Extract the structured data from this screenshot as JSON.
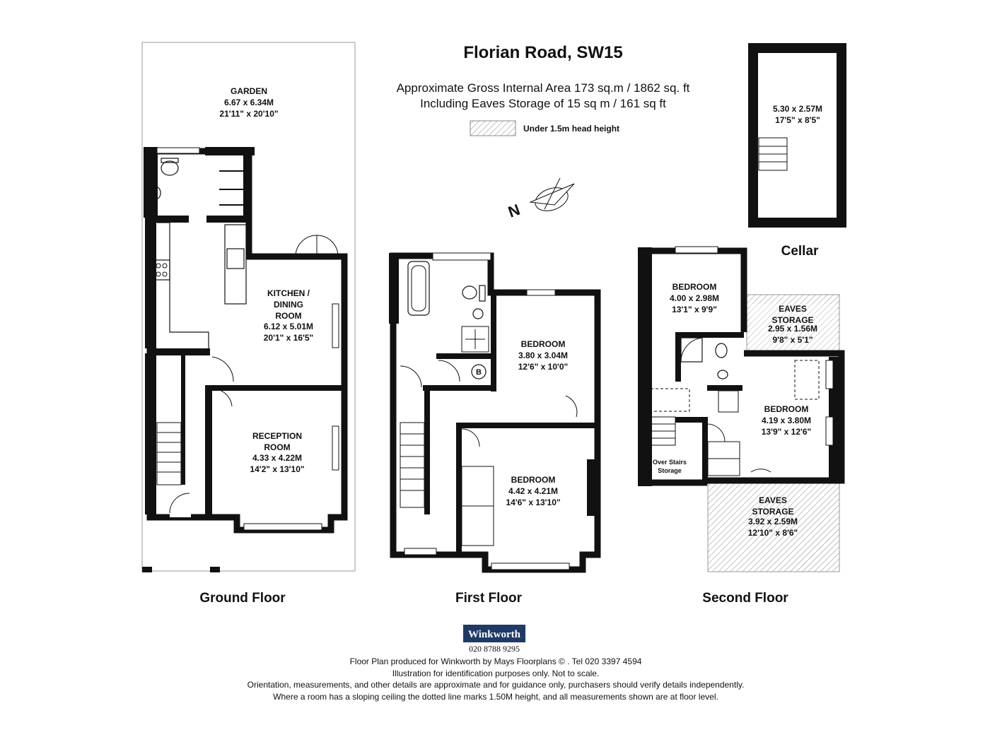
{
  "header": {
    "title": "Florian Road, SW15",
    "area_line": "Approximate Gross Internal Area 173 sq.m  /  1862 sq. ft",
    "eaves_line": "Including Eaves Storage of  15 sq m /  161 sq ft",
    "legend_label": "Under 1.5m head height"
  },
  "floors": {
    "ground": "Ground Floor",
    "first": "First Floor",
    "second": "Second Floor",
    "cellar": "Cellar"
  },
  "rooms": {
    "garden": {
      "name": "GARDEN",
      "metric": "6.67 x 6.34M",
      "imperial": "21'11\" x 20'10\""
    },
    "kitchen": {
      "name1": "KITCHEN /",
      "name2": "DINING",
      "name3": "ROOM",
      "metric": "6.12 x 5.01M",
      "imperial": "20'1\" x 16'5\""
    },
    "reception": {
      "name1": "RECEPTION",
      "name2": "ROOM",
      "metric": "4.33 x 4.22M",
      "imperial": "14'2\" x 13'10\""
    },
    "ff_bed_upper": {
      "name": "BEDROOM",
      "metric": "3.80 x 3.04M",
      "imperial": "12'6\" x 10'0\""
    },
    "ff_bed_lower": {
      "name": "BEDROOM",
      "metric": "4.42 x 4.21M",
      "imperial": "14'6\" x 13'10\""
    },
    "sf_bed_top": {
      "name": "BEDROOM",
      "metric": "4.00 x 2.98M",
      "imperial": "13'1\" x 9'9\""
    },
    "sf_eaves_top": {
      "name": "EAVES",
      "name2": "STORAGE",
      "metric": "2.95 x 1.56M",
      "imperial": "9'8\" x 5'1\""
    },
    "sf_bed_right": {
      "name": "BEDROOM",
      "metric": "4.19 x 3.80M",
      "imperial": "13'9\" x 12'6\""
    },
    "sf_eaves_bottom": {
      "name": "EAVES",
      "name2": "STORAGE",
      "metric": "3.92 x 2.59M",
      "imperial": "12'10\" x 8'6\""
    },
    "over_stairs": {
      "name1": "Over Stairs",
      "name2": "Storage"
    },
    "cellar": {
      "metric": "5.30 x 2.57M",
      "imperial": "17'5\" x 8'5\""
    },
    "boiler": "B"
  },
  "compass": {
    "letter": "N"
  },
  "footer": {
    "brand": "Winkworth",
    "phone": "020 8788 9295",
    "line1": "Floor Plan produced for Winkworth by Mays Floorplans  ©  . Tel 020 3397 4594",
    "line2": "Illustration for identification purposes only. Not to scale.",
    "line3": "Orientation, measurements, and other details are approximate and for guidance only, purchasers should verify details independently.",
    "line4": "Where a room has a sloping ceiling the dotted line marks 1.50M height, and all measurements shown are at floor level."
  },
  "colors": {
    "wall": "#111111",
    "brand": "#1f3a66",
    "hatch": "#9a9a9a"
  }
}
